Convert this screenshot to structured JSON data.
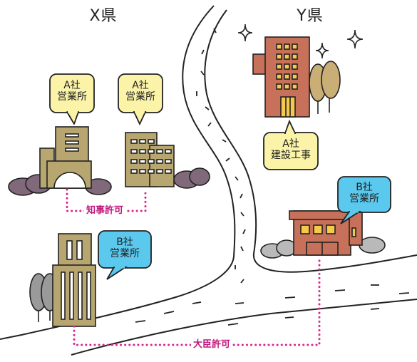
{
  "prefectures": {
    "x": "X県",
    "y": "Y県"
  },
  "bubbles": {
    "a_office_1": [
      "A社",
      "営業所"
    ],
    "a_office_2": [
      "A社",
      "営業所"
    ],
    "a_construction": [
      "A社",
      "建設工事"
    ],
    "b_office_y": [
      "B社",
      "営業所"
    ],
    "b_office_x": [
      "B社",
      "営業所"
    ]
  },
  "permits": {
    "governor": "知事許可",
    "minister": "大臣許可"
  },
  "colors": {
    "yellow_bubble": "#fbf3a8",
    "blue_bubble": "#5bc8ee",
    "khaki_building": "#b7a66f",
    "brick_building": "#c7705a",
    "bush": "#80697a",
    "gray_bush": "#b9b9b9",
    "tree_tan": "#c9ae76",
    "tree_gray": "#9a9a9a",
    "permit_dots": "#d8258f"
  }
}
